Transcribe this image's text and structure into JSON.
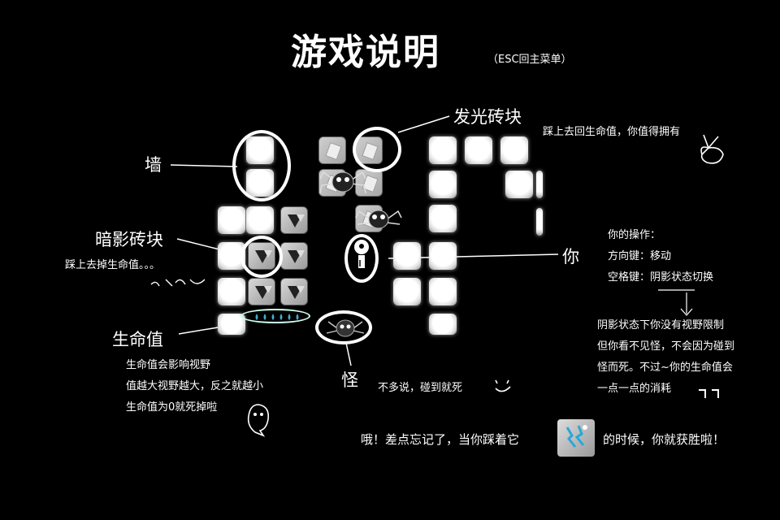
{
  "title": "游戏说明",
  "esc_hint": "（ESC回主菜单）",
  "labels": {
    "wall": "墙",
    "shadow_block": "暗影砖块",
    "life": "生命值",
    "glow_block": "发光砖块",
    "you": "你",
    "monster": "怪"
  },
  "notes": {
    "glow_block": "踩上去回生命值，你值得拥有",
    "shadow_block": "踩上去掉生命值。。。",
    "life": [
      "生命值会影响视野",
      "值越大视野越大，反之就越小",
      "生命值为0就死掉啦"
    ],
    "controls": [
      "你的操作：",
      "方向键：移动",
      "空格键：阴影状态切换"
    ],
    "shadow_state": [
      "阴影状态下你没有视野限制",
      "但你看不见怪，不会因为碰到",
      "怪而死。不过~你的生命值会",
      "一点一点的消耗"
    ],
    "monster": "不多说，碰到就死",
    "goal_left": "哦！差点忘记了，当你踩着它",
    "goal_right": "的时候，你就获胜啦！"
  },
  "icons": [
    "glow-block-icon",
    "shadow-block-icon",
    "spider-monster-icon",
    "player-icon",
    "goal-icon",
    "water-drop-icon"
  ]
}
